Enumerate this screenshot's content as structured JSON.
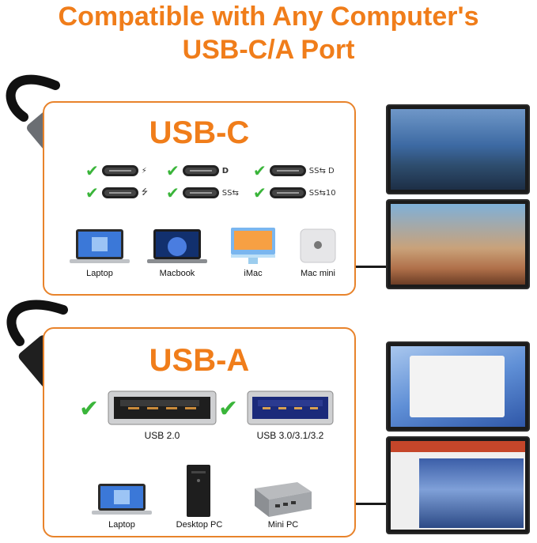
{
  "headline": {
    "line1": "Compatible with Any Computer's",
    "line2": "USB-C/A Port"
  },
  "usb_c_panel": {
    "title": "USB-C",
    "port_symbols": [
      "⚡",
      "⭍",
      "D",
      "SS⇆",
      "SS⇆ D",
      "SS⇆10"
    ],
    "devices": [
      "Laptop",
      "Macbook",
      "iMac",
      "Mac mini"
    ]
  },
  "usb_a_panel": {
    "title": "USB-A",
    "ports": [
      "USB 2.0",
      "USB 3.0/3.1/3.2"
    ],
    "devices": [
      "Laptop",
      "Desktop PC",
      "Mini PC"
    ]
  },
  "colors": {
    "accent": "#f07d1a",
    "check": "#3ab53a",
    "usb2_inner": "#222222",
    "usb3_inner": "#1b2a7a"
  }
}
